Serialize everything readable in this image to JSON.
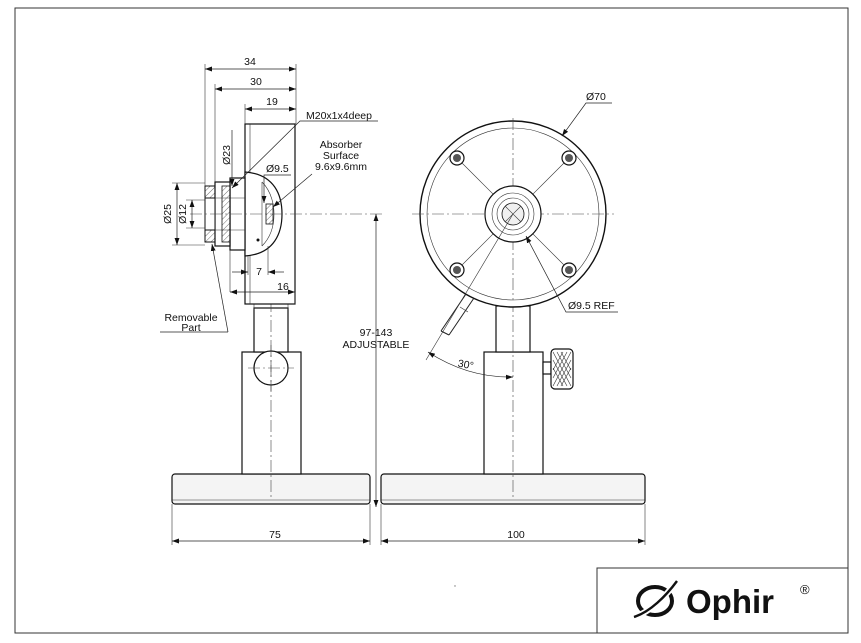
{
  "dimensions": {
    "d34": "34",
    "d30": "30",
    "d19": "19",
    "thread": "M20x1x4deep",
    "dia23": "Ø23",
    "absorber_line1": "Absorber",
    "absorber_line2": "Surface",
    "absorber_line3": "9.6x9.6mm",
    "dia9_5": "Ø9.5",
    "dia25": "Ø25",
    "dia12": "Ø12",
    "d7": "7",
    "d16": "16",
    "removable_line1": "Removable",
    "removable_line2": "Part",
    "height_line1": "97-143",
    "height_line2": "ADJUSTABLE",
    "d75": "75",
    "d100": "100",
    "dia70": "Ø70",
    "dia9_5_ref": "Ø9.5 REF",
    "angle30": "30°"
  },
  "title_block": {
    "brand": "Ophir",
    "registered": "®"
  }
}
